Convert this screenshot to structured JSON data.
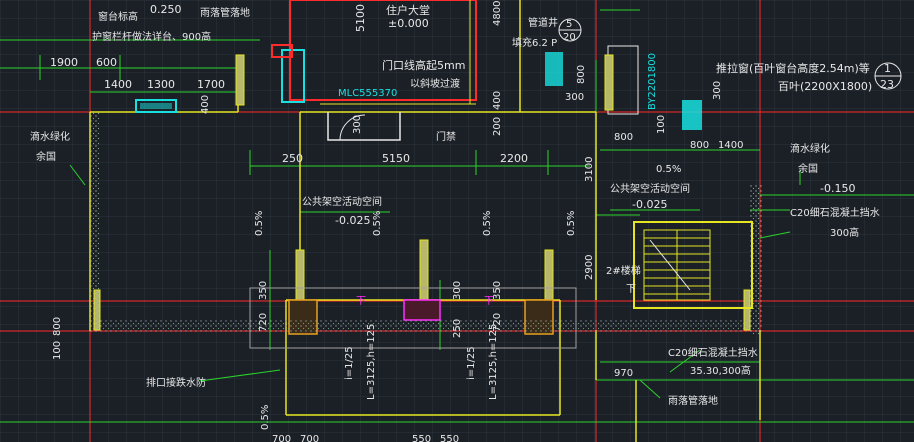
{
  "canvas": {
    "background": "#1b2027",
    "grid_color": "#39414c"
  },
  "colors": {
    "white": "#e8e8e8",
    "green": "#2bd32b",
    "yellow": "#e6e620",
    "red": "#ff2a2a",
    "cyan": "#18e0e0",
    "magenta": "#ff30ff",
    "gray": "#a0a0a0"
  },
  "notes": {
    "rain_pipe": "雨落管落地",
    "window_sill": "窗台标高",
    "parapet_note": "护窗栏杆做法详台、900高",
    "household": "住户大堂",
    "household_elev": "±0.000",
    "door_sill": "门口线高起5mm",
    "slope_transition": "以斜坡过渡",
    "tube_well": "管道井",
    "gate_no": "门禁",
    "model": "MLC555370",
    "louver": "百叶",
    "louver_spec": "推拉窗(百叶窗台高度2.54m)等",
    "louver_size": "百叶(2200X1800)",
    "public_left": "公共架空活动空间",
    "public_left_elev": "-0.025",
    "public_right": "公共架空活动空间",
    "public_right_elev": "-0.025",
    "planting_left_1": "滴水绿化",
    "planting_left_2": "余国",
    "planting_right_1": "滴水绿化",
    "planting_right_2": "余国",
    "right_elev": "-0.150",
    "c20_top": "C20细石混凝土挡水",
    "c20_top_h": "300高",
    "stair": "2#楼梯",
    "stair_down": "下",
    "c20_bottom": "C20细石混凝土挡水",
    "c20_bottom_h": "35.30,300高",
    "rain_pipe_bottom": "雨落管落地",
    "grille": "排口接跌水防",
    "slope_label": "1/5",
    "down_marker": "下",
    "note_62": "填充6.2 P"
  },
  "elevations": {
    "sill_top": "0.250",
    "slope_05_a": "0.5%",
    "slope_05_b": "0.5%",
    "slope_05_c": "0.5%",
    "slope_05_d": "0.5%",
    "slope_05_e": "0.5%",
    "slope_05_f": "0.5%"
  },
  "tags": {
    "callout_top_num": "5",
    "callout_top_den": "20",
    "callout_right_num": "1",
    "callout_right_den": "23",
    "window_code": "BY2201800"
  },
  "dims": {
    "d1900": "1900",
    "d600": "600",
    "d1400": "1400",
    "d1300": "1300",
    "d1700": "1700",
    "d400": "400",
    "d5100": "5100",
    "d4800": "4800",
    "d250": "250",
    "d5150": "5150",
    "d2200": "2200",
    "d300a": "300",
    "d400b": "400",
    "d200": "200",
    "d800": "800",
    "d300b": "300",
    "d800b": "800",
    "d100": "100",
    "d800c": "800",
    "d1400b": "1400",
    "d300c": "300",
    "d3100": "3100",
    "d2900": "2900",
    "d350a": "350",
    "d720a": "720",
    "d300d": "300",
    "d350b": "350",
    "d250b": "250",
    "d720b": "720",
    "i_125a": "i=1/25",
    "l_3125a": "L=3125,h=125",
    "i_125b": "i=1/25",
    "l_3125b": "L=3125,h=125",
    "d100b": "100",
    "d800d": "800",
    "d970": "970",
    "b700a": "700",
    "b700b": "700",
    "b550a": "550",
    "b550b": "550"
  }
}
